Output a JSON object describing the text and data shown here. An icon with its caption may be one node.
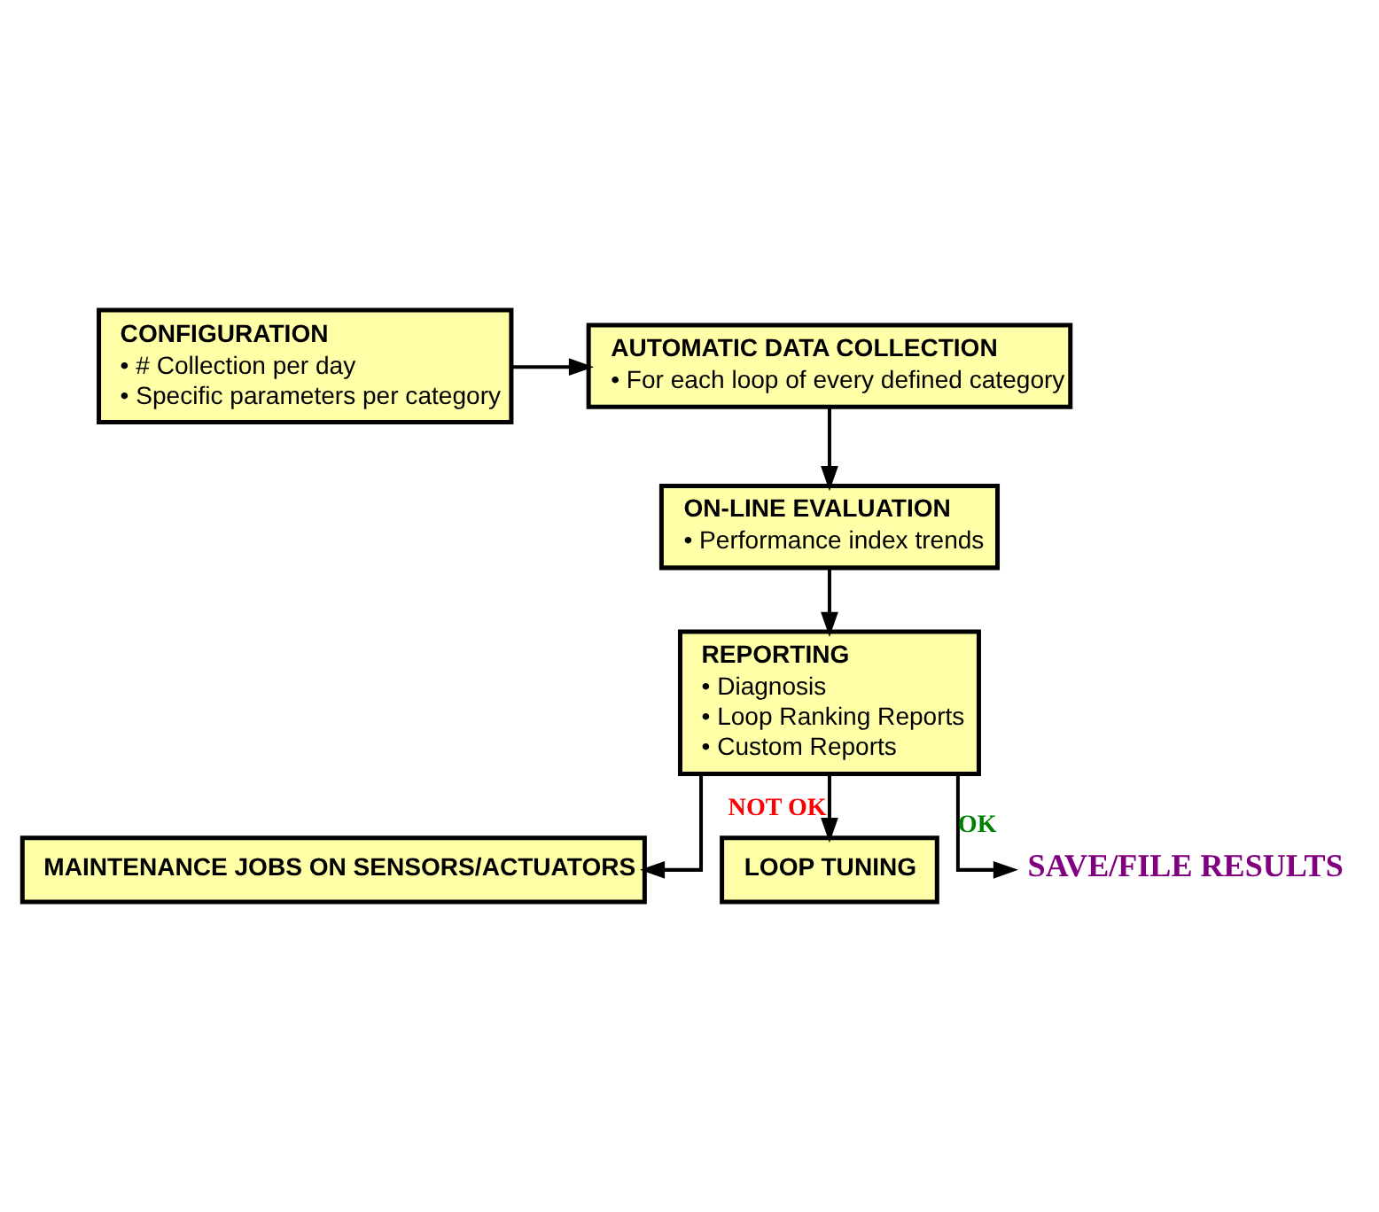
{
  "diagram": {
    "nodes": [
      {
        "text": [
          "AUTOMATIC DATA COLLECTION",
          "• For each loop of every defined category"
        ]
      },
      {
        "text": [
          "CONFIGURATION",
          "• # Collection per day",
          "• Specific parameters per category"
        ]
      },
      {
        "text": [
          "ON-LINE EVALUATION",
          "• Performance index trends"
        ]
      },
      {
        "text": [
          "REPORTING",
          "• Diagnosis",
          "• Loop Ranking Reports",
          "• Custom Reports"
        ]
      },
      {
        "text": [
          "MAINTENANCE JOBS ON SENSORS/ACTUATORS"
        ]
      },
      {
        "text": [
          "LOOP TUNING"
        ]
      },
      {
        "text": [
          "SAVE/FILE RESULTS"
        ]
      }
    ],
    "edges": [
      {
        "from": 1,
        "to": 0,
        "arrow": "to"
      },
      {
        "from": 0,
        "to": 2,
        "arrow": "to"
      },
      {
        "from": 2,
        "to": 3,
        "arrow": "to"
      },
      {
        "from": 3,
        "to": 4,
        "arrow": "to"
      },
      {
        "from": 3,
        "to": 5,
        "arrow": "to",
        "label": "NOT OK"
      },
      {
        "from": 3,
        "to": 6,
        "arrow": "to",
        "label": "OK"
      }
    ]
  }
}
